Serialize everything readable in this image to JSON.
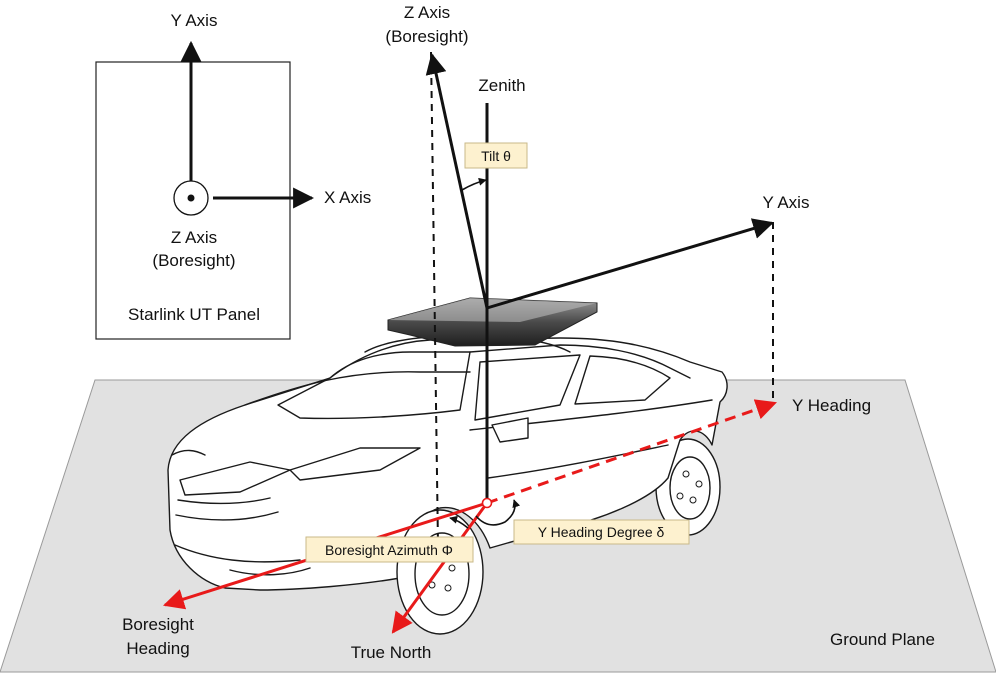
{
  "panel_inset": {
    "y_axis": "Y Axis",
    "x_axis": "X Axis",
    "z_axis_line1": "Z Axis",
    "z_axis_line2": "(Boresight)",
    "caption": "Starlink UT Panel"
  },
  "main": {
    "z_axis_line1": "Z Axis",
    "z_axis_line2": "(Boresight)",
    "zenith": "Zenith",
    "tilt": "Tilt θ",
    "y_axis": "Y Axis",
    "y_heading": "Y Heading",
    "y_heading_degree": "Y Heading Degree δ",
    "boresight_azimuth": "Boresight Azimuth Φ",
    "boresight_heading_line1": "Boresight",
    "boresight_heading_line2": "Heading",
    "true_north": "True North",
    "ground_plane": "Ground Plane"
  },
  "colors": {
    "ground": "#e1e1e1",
    "accent_red": "#e81a1a",
    "tag_fill": "#fdf1cf",
    "axis": "#111111"
  }
}
